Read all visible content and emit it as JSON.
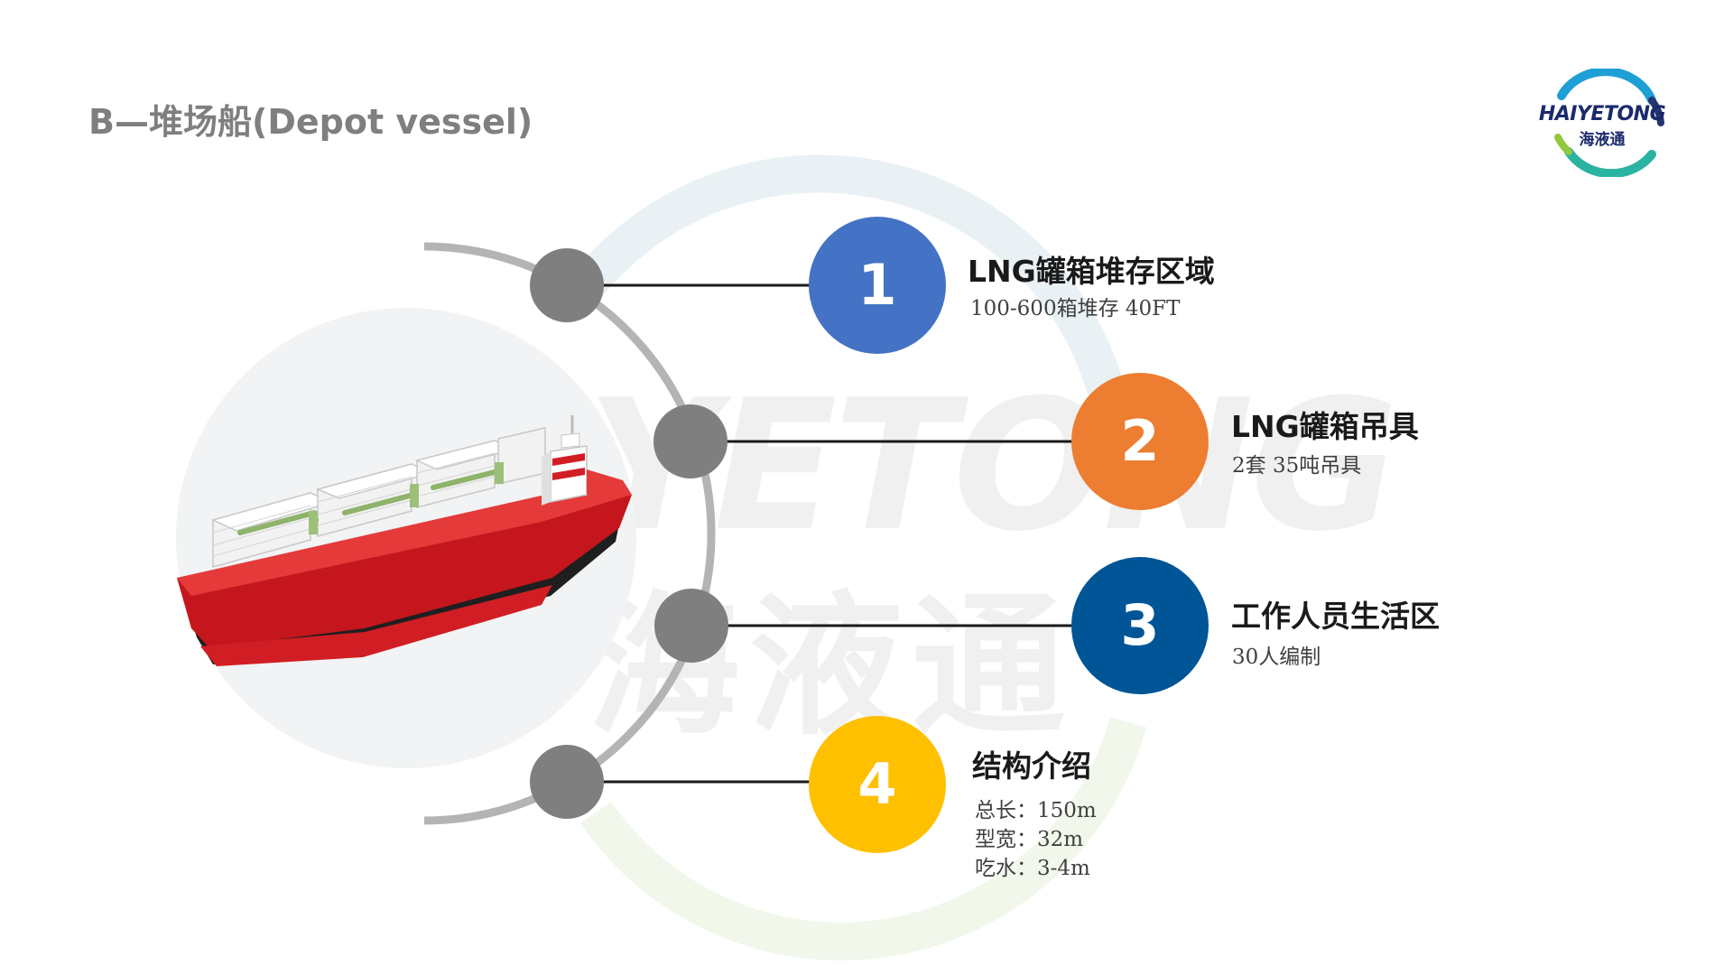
{
  "slide": {
    "title": "B—堆场船(Depot vessel)"
  },
  "logo": {
    "name": "HAIYETONG",
    "sub": "海液通"
  },
  "watermark": {
    "latin": "YETONG",
    "cjk": "海液通"
  },
  "colors": {
    "item1": "#4472c4",
    "item2": "#ed7d31",
    "item3": "#005596",
    "item4": "#ffc000",
    "node": "#7f7f7f",
    "arc": "#b4b4b4"
  },
  "items": [
    {
      "number": "1",
      "title": "LNG罐箱堆存区域",
      "desc": [
        "100-600箱堆存 40FT"
      ]
    },
    {
      "number": "2",
      "title": "LNG罐箱吊具",
      "desc": [
        "2套 35吨吊具"
      ]
    },
    {
      "number": "3",
      "title": "工作人员生活区",
      "desc": [
        "30人编制"
      ]
    },
    {
      "number": "4",
      "title": "结构介绍",
      "desc": [
        "总长：150m",
        "型宽：32m",
        "吃水：3-4m"
      ]
    }
  ]
}
